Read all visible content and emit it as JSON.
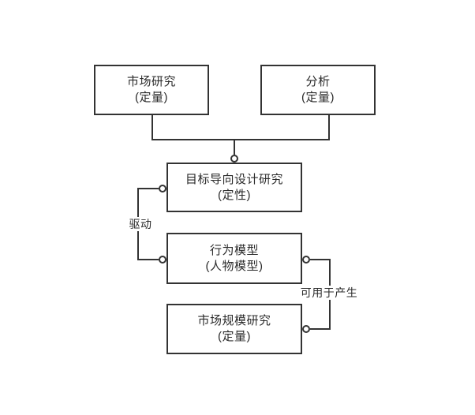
{
  "diagram": {
    "nodes": [
      {
        "line1": "市场研究",
        "line2": "(定量)"
      },
      {
        "line1": "分析",
        "line2": "(定量)"
      },
      {
        "line1": "目标导向设计研究",
        "line2": "(定性)"
      },
      {
        "line1": "行为模型",
        "line2": "(人物模型)"
      },
      {
        "line1": "市场规模研究",
        "line2": "(定量)"
      }
    ],
    "edge_labels": {
      "drive": "驱动",
      "can_produce": "可用于产生"
    },
    "colors": {
      "line": "#333333",
      "text": "#2b2b2b",
      "background": "#ffffff"
    }
  }
}
